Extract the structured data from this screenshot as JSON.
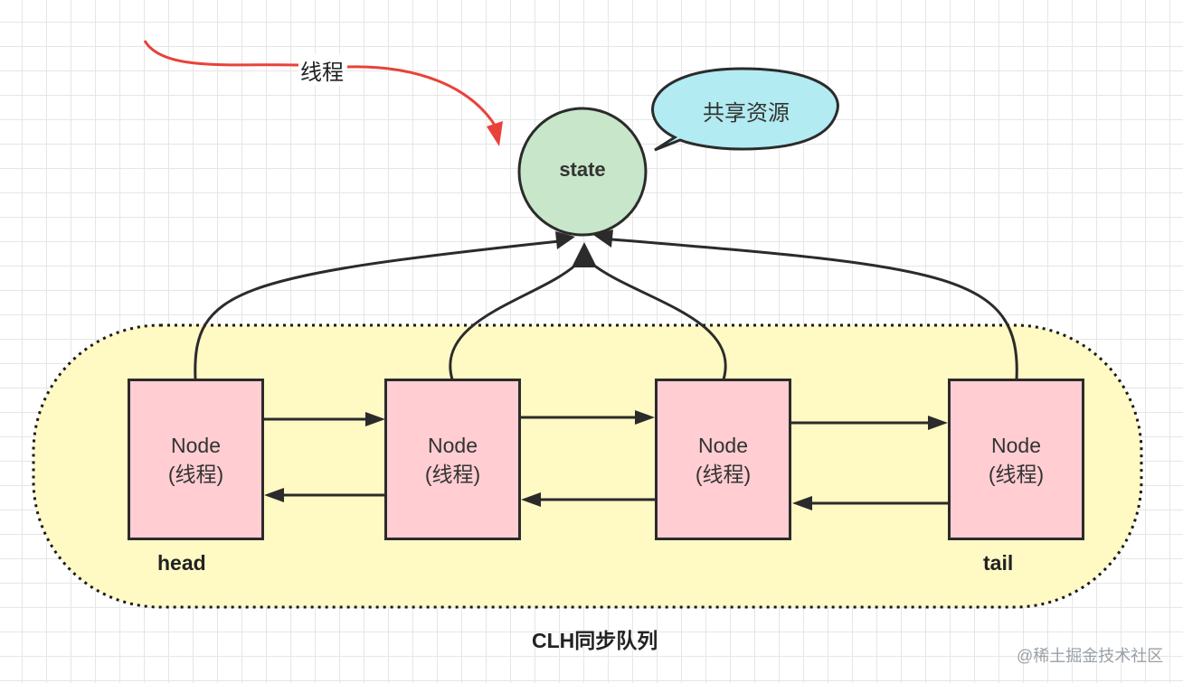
{
  "diagram": {
    "thread_label": "线程",
    "state_label": "state",
    "shared_resource_label": "共享资源",
    "queue_label": "CLH同步队列",
    "head_label": "head",
    "tail_label": "tail",
    "nodes": [
      {
        "title": "Node",
        "subtitle": "(线程)"
      },
      {
        "title": "Node",
        "subtitle": "(线程)"
      },
      {
        "title": "Node",
        "subtitle": "(线程)"
      },
      {
        "title": "Node",
        "subtitle": "(线程)"
      }
    ],
    "watermark": "@稀土掘金技术社区"
  },
  "colors": {
    "thread_arrow": "#e8423a",
    "state_fill": "#c8e6c9",
    "speech_fill": "#b2ebf2",
    "node_fill": "#ffcdd2",
    "queue_fill": "#fff9c4",
    "stroke": "#2b2b2b"
  }
}
